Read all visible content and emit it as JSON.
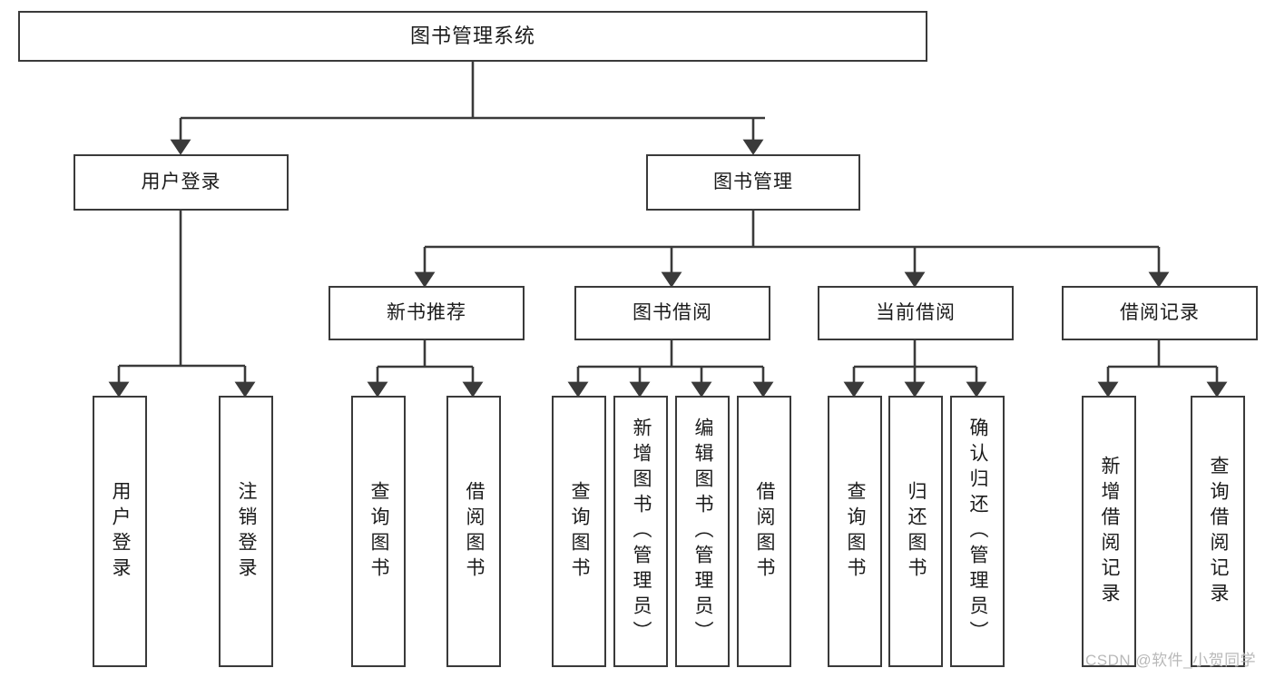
{
  "diagram": {
    "title": "图书管理系统",
    "orientation": "top-down-tree",
    "watermark": "CSDN @软件_小贺同学",
    "colors": {
      "stroke": "#3a3a3a",
      "fill": "#ffffff",
      "text": "#1b1b1b",
      "watermark": "#b9b9b9"
    },
    "nodes": {
      "root": {
        "label": "图书管理系统"
      },
      "level2": [
        {
          "id": "user-login",
          "label": "用户登录"
        },
        {
          "id": "book-manage",
          "label": "图书管理"
        }
      ],
      "level3": [
        {
          "id": "new-book-recommend",
          "label": "新书推荐"
        },
        {
          "id": "book-borrow",
          "label": "图书借阅"
        },
        {
          "id": "current-borrow",
          "label": "当前借阅"
        },
        {
          "id": "borrow-record",
          "label": "借阅记录"
        }
      ],
      "leaves": [
        {
          "id": "leaf-user-login",
          "label": "用户登录",
          "parent": "user-login"
        },
        {
          "id": "leaf-logout-login",
          "label": "注销登录",
          "parent": "user-login"
        },
        {
          "id": "leaf-query-book-1",
          "label": "查询图书",
          "parent": "new-book-recommend"
        },
        {
          "id": "leaf-borrow-book-1",
          "label": "借阅图书",
          "parent": "new-book-recommend"
        },
        {
          "id": "leaf-query-book-2",
          "label": "查询图书",
          "parent": "book-borrow"
        },
        {
          "id": "leaf-add-book",
          "label": "新增图书（管理员）",
          "parent": "book-borrow"
        },
        {
          "id": "leaf-edit-book",
          "label": "编辑图书（管理员）",
          "parent": "book-borrow"
        },
        {
          "id": "leaf-borrow-book-2",
          "label": "借阅图书",
          "parent": "book-borrow"
        },
        {
          "id": "leaf-query-book-3",
          "label": "查询图书",
          "parent": "current-borrow"
        },
        {
          "id": "leaf-return-book",
          "label": "归还图书",
          "parent": "current-borrow"
        },
        {
          "id": "leaf-confirm-return",
          "label": "确认归还（管理员）",
          "parent": "current-borrow"
        },
        {
          "id": "leaf-add-record",
          "label": "新增借阅记录",
          "parent": "borrow-record"
        },
        {
          "id": "leaf-query-record",
          "label": "查询借阅记录",
          "parent": "borrow-record"
        }
      ]
    }
  }
}
